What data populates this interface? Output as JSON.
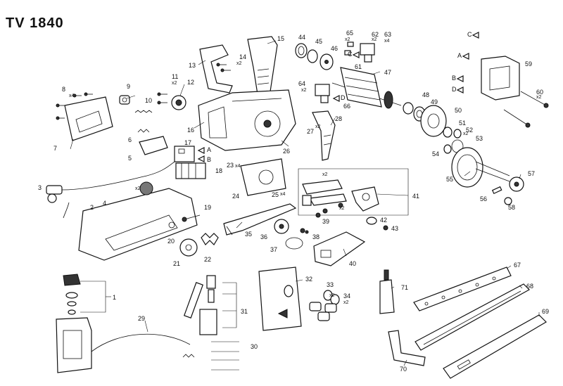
{
  "title": "TV 1840",
  "labels": {
    "p1": "1",
    "p2": "2",
    "p3": "3",
    "p4": "4",
    "p5": "5",
    "p6": "6",
    "p7": "7",
    "p8": "8",
    "p9": "9",
    "p10": "10",
    "p11": "11",
    "p12": "12",
    "p13": "13",
    "p14": "14",
    "p15": "15",
    "p16": "16",
    "p17": "17",
    "p18": "18",
    "p19": "19",
    "p20": "20",
    "p21": "21",
    "p22": "22",
    "p23": "23",
    "p24": "24",
    "p25": "25",
    "p26": "26",
    "p27": "27",
    "p28": "28",
    "p29": "29",
    "p30": "30",
    "p31": "31",
    "p32": "32",
    "p33": "33",
    "p34": "34",
    "p35": "35",
    "p36": "36",
    "p37": "37",
    "p38": "38",
    "p39": "39",
    "p40": "40",
    "p41": "41",
    "p42": "42",
    "p43": "43",
    "p44": "44",
    "p45": "45",
    "p46": "46",
    "p47": "47",
    "p48": "48",
    "p49": "49",
    "p50": "50",
    "p51": "51",
    "p52": "52",
    "p53": "53",
    "p54": "54",
    "p55": "55",
    "p56": "56",
    "p57": "57",
    "p58": "58",
    "p59": "59",
    "p60": "60",
    "p61": "61",
    "p62": "62",
    "p63": "63",
    "p64": "64",
    "p65": "65",
    "p66": "66",
    "p67": "67",
    "p68": "68",
    "p69": "69",
    "p70": "70",
    "p71": "71"
  },
  "qty": {
    "x2": "x2",
    "x4": "x4"
  },
  "connectors": {
    "a": "A",
    "b": "B",
    "c": "C",
    "d": "D"
  }
}
